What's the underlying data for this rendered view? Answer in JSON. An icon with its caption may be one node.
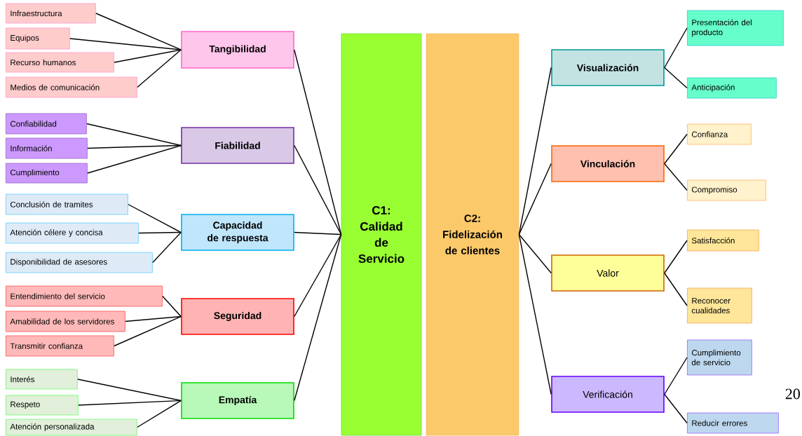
{
  "diagram": {
    "nodes": [
      {
        "text": [
          "C1: Calidad de Servicio"
        ]
      },
      {
        "text": [
          "C2: Fidelización de clientes"
        ]
      },
      {
        "text": [
          "Tangibilidad"
        ]
      },
      {
        "text": [
          "Fiabilidad"
        ]
      },
      {
        "text": [
          "Capacidad de respuesta"
        ]
      },
      {
        "text": [
          "Seguridad"
        ]
      },
      {
        "text": [
          "Empatía"
        ]
      },
      {
        "text": [
          "Visualización"
        ]
      },
      {
        "text": [
          "Vinculación"
        ]
      },
      {
        "text": [
          "Valor"
        ]
      },
      {
        "text": [
          "Verificación"
        ]
      },
      {
        "text": [
          "Infraestructura"
        ]
      },
      {
        "text": [
          "Equipos"
        ]
      },
      {
        "text": [
          "Recurso humanos"
        ]
      },
      {
        "text": [
          "Medios de comunicación"
        ]
      },
      {
        "text": [
          "Confiabilidad"
        ]
      },
      {
        "text": [
          "Información"
        ]
      },
      {
        "text": [
          "Cumplimiento"
        ]
      },
      {
        "text": [
          "Conclusión de tramites"
        ]
      },
      {
        "text": [
          "Atención célere y concisa"
        ]
      },
      {
        "text": [
          "Disponibilidad de asesores"
        ]
      },
      {
        "text": [
          "Entendimiento del servicio"
        ]
      },
      {
        "text": [
          "Amabilidad de los servidores"
        ]
      },
      {
        "text": [
          "Transmitir confianza"
        ]
      },
      {
        "text": [
          "Interés"
        ]
      },
      {
        "text": [
          "Respeto"
        ]
      },
      {
        "text": [
          "Atención personalizada"
        ]
      },
      {
        "text": [
          "Presentación del producto"
        ]
      },
      {
        "text": [
          "Anticipación"
        ]
      },
      {
        "text": [
          "Confianza"
        ]
      },
      {
        "text": [
          "Compromiso"
        ]
      },
      {
        "text": [
          "Satisfacción"
        ]
      },
      {
        "text": [
          "Reconocer cualidades"
        ]
      },
      {
        "text": [
          "Cumplimiento de servicio"
        ]
      },
      {
        "text": [
          "Reducir errores"
        ]
      }
    ],
    "edges": [
      {
        "from": 11,
        "to": 2,
        "arrow": "none"
      },
      {
        "from": 12,
        "to": 2,
        "arrow": "none"
      },
      {
        "from": 13,
        "to": 2,
        "arrow": "none"
      },
      {
        "from": 14,
        "to": 2,
        "arrow": "none"
      },
      {
        "from": 15,
        "to": 3,
        "arrow": "none"
      },
      {
        "from": 16,
        "to": 3,
        "arrow": "none"
      },
      {
        "from": 17,
        "to": 3,
        "arrow": "none"
      },
      {
        "from": 18,
        "to": 4,
        "arrow": "none"
      },
      {
        "from": 19,
        "to": 4,
        "arrow": "none"
      },
      {
        "from": 20,
        "to": 4,
        "arrow": "none"
      },
      {
        "from": 21,
        "to": 5,
        "arrow": "none"
      },
      {
        "from": 22,
        "to": 5,
        "arrow": "none"
      },
      {
        "from": 23,
        "to": 5,
        "arrow": "none"
      },
      {
        "from": 24,
        "to": 6,
        "arrow": "none"
      },
      {
        "from": 25,
        "to": 6,
        "arrow": "none"
      },
      {
        "from": 26,
        "to": 6,
        "arrow": "none"
      },
      {
        "from": 2,
        "to": 0,
        "arrow": "none"
      },
      {
        "from": 3,
        "to": 0,
        "arrow": "none"
      },
      {
        "from": 4,
        "to": 0,
        "arrow": "none"
      },
      {
        "from": 5,
        "to": 0,
        "arrow": "none"
      },
      {
        "from": 6,
        "to": 0,
        "arrow": "none"
      },
      {
        "from": 1,
        "to": 7,
        "arrow": "none"
      },
      {
        "from": 1,
        "to": 8,
        "arrow": "none"
      },
      {
        "from": 1,
        "to": 9,
        "arrow": "none"
      },
      {
        "from": 1,
        "to": 10,
        "arrow": "none"
      },
      {
        "from": 7,
        "to": 27,
        "arrow": "none"
      },
      {
        "from": 7,
        "to": 28,
        "arrow": "none"
      },
      {
        "from": 8,
        "to": 29,
        "arrow": "none"
      },
      {
        "from": 8,
        "to": 30,
        "arrow": "none"
      },
      {
        "from": 9,
        "to": 31,
        "arrow": "none"
      },
      {
        "from": 9,
        "to": 32,
        "arrow": "none"
      },
      {
        "from": 10,
        "to": 33,
        "arrow": "none"
      },
      {
        "from": 10,
        "to": 34,
        "arrow": "none"
      }
    ],
    "labels": [
      "20"
    ]
  }
}
